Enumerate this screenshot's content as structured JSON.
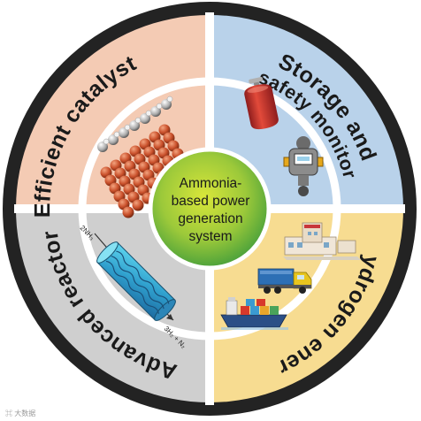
{
  "quadrants": {
    "top_left": {
      "label": "Efficient catalyst",
      "color": "#f4cbb4"
    },
    "top_right": {
      "label_line1": "Storage and",
      "label_line2": "safety monitor",
      "color": "#b9d2ea"
    },
    "bottom_right": {
      "label": "Hydrogen energy",
      "color": "#f7dc91"
    },
    "bottom_left": {
      "label": "Advanced reactor",
      "color": "#cfcfcf"
    }
  },
  "center": {
    "lines": [
      "Ammonia-",
      "based power",
      "generation",
      "system"
    ]
  },
  "reactor": {
    "input": "2NH₃",
    "output": "3H₂ + N₂"
  },
  "colors": {
    "outer_ring": "#232323",
    "center_gradient_inner": "#d9e63a",
    "center_gradient_outer": "#3c9a3b"
  },
  "icons": [
    "catalyst-lattice-icon",
    "gas-cylinder-icon",
    "gas-detector-icon",
    "factory-icon",
    "truck-icon",
    "ship-icon",
    "reactor-tube-icon"
  ],
  "watermark": "⌘ 大数据"
}
